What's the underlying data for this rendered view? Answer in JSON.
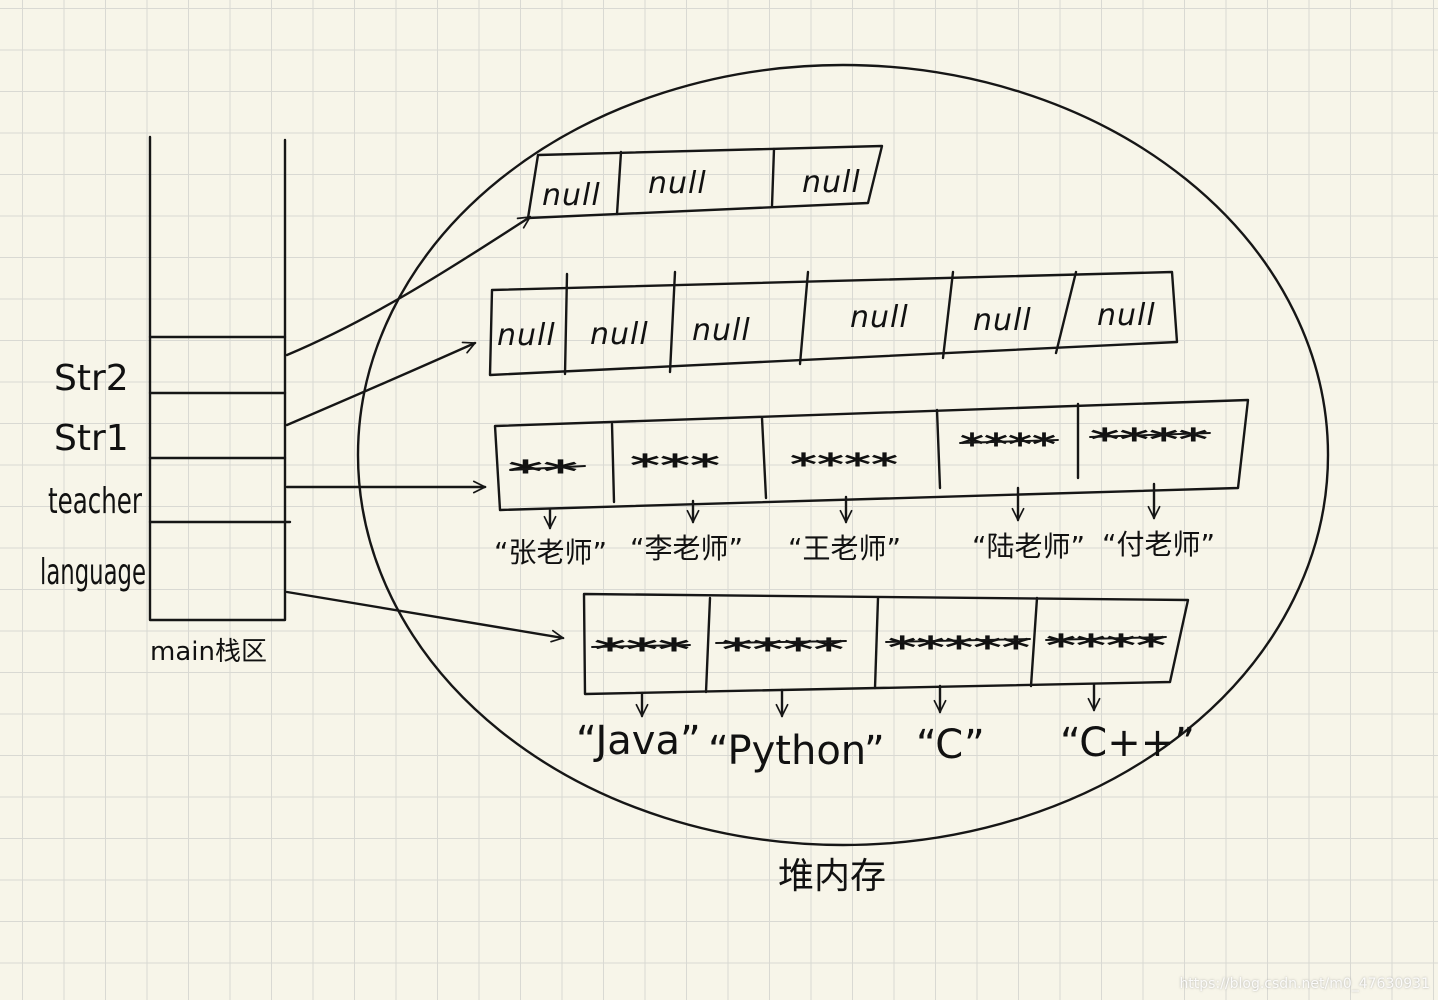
{
  "stack": {
    "vars": [
      "Str2",
      "Str1",
      "teacher",
      "language"
    ],
    "caption": "main栈区"
  },
  "heap": {
    "caption": "堆内存",
    "str2_array": [
      "null",
      "null",
      "null"
    ],
    "str1_array": [
      "null",
      "null",
      "null",
      "null",
      "null",
      "null"
    ],
    "teacher_array": {
      "cells": [
        "**",
        "***",
        "****",
        "****",
        "****"
      ],
      "values": [
        "“张老师”",
        "“李老师”",
        "“王老师”",
        "“陆老师”",
        "“付老师”"
      ]
    },
    "language_array": {
      "cells": [
        "***",
        "****",
        "*****",
        "****"
      ],
      "values": [
        "“Java”",
        "“Python”",
        "“C”",
        "“C++”"
      ]
    }
  },
  "watermark": "https://blog.csdn.net/m0_47630931"
}
